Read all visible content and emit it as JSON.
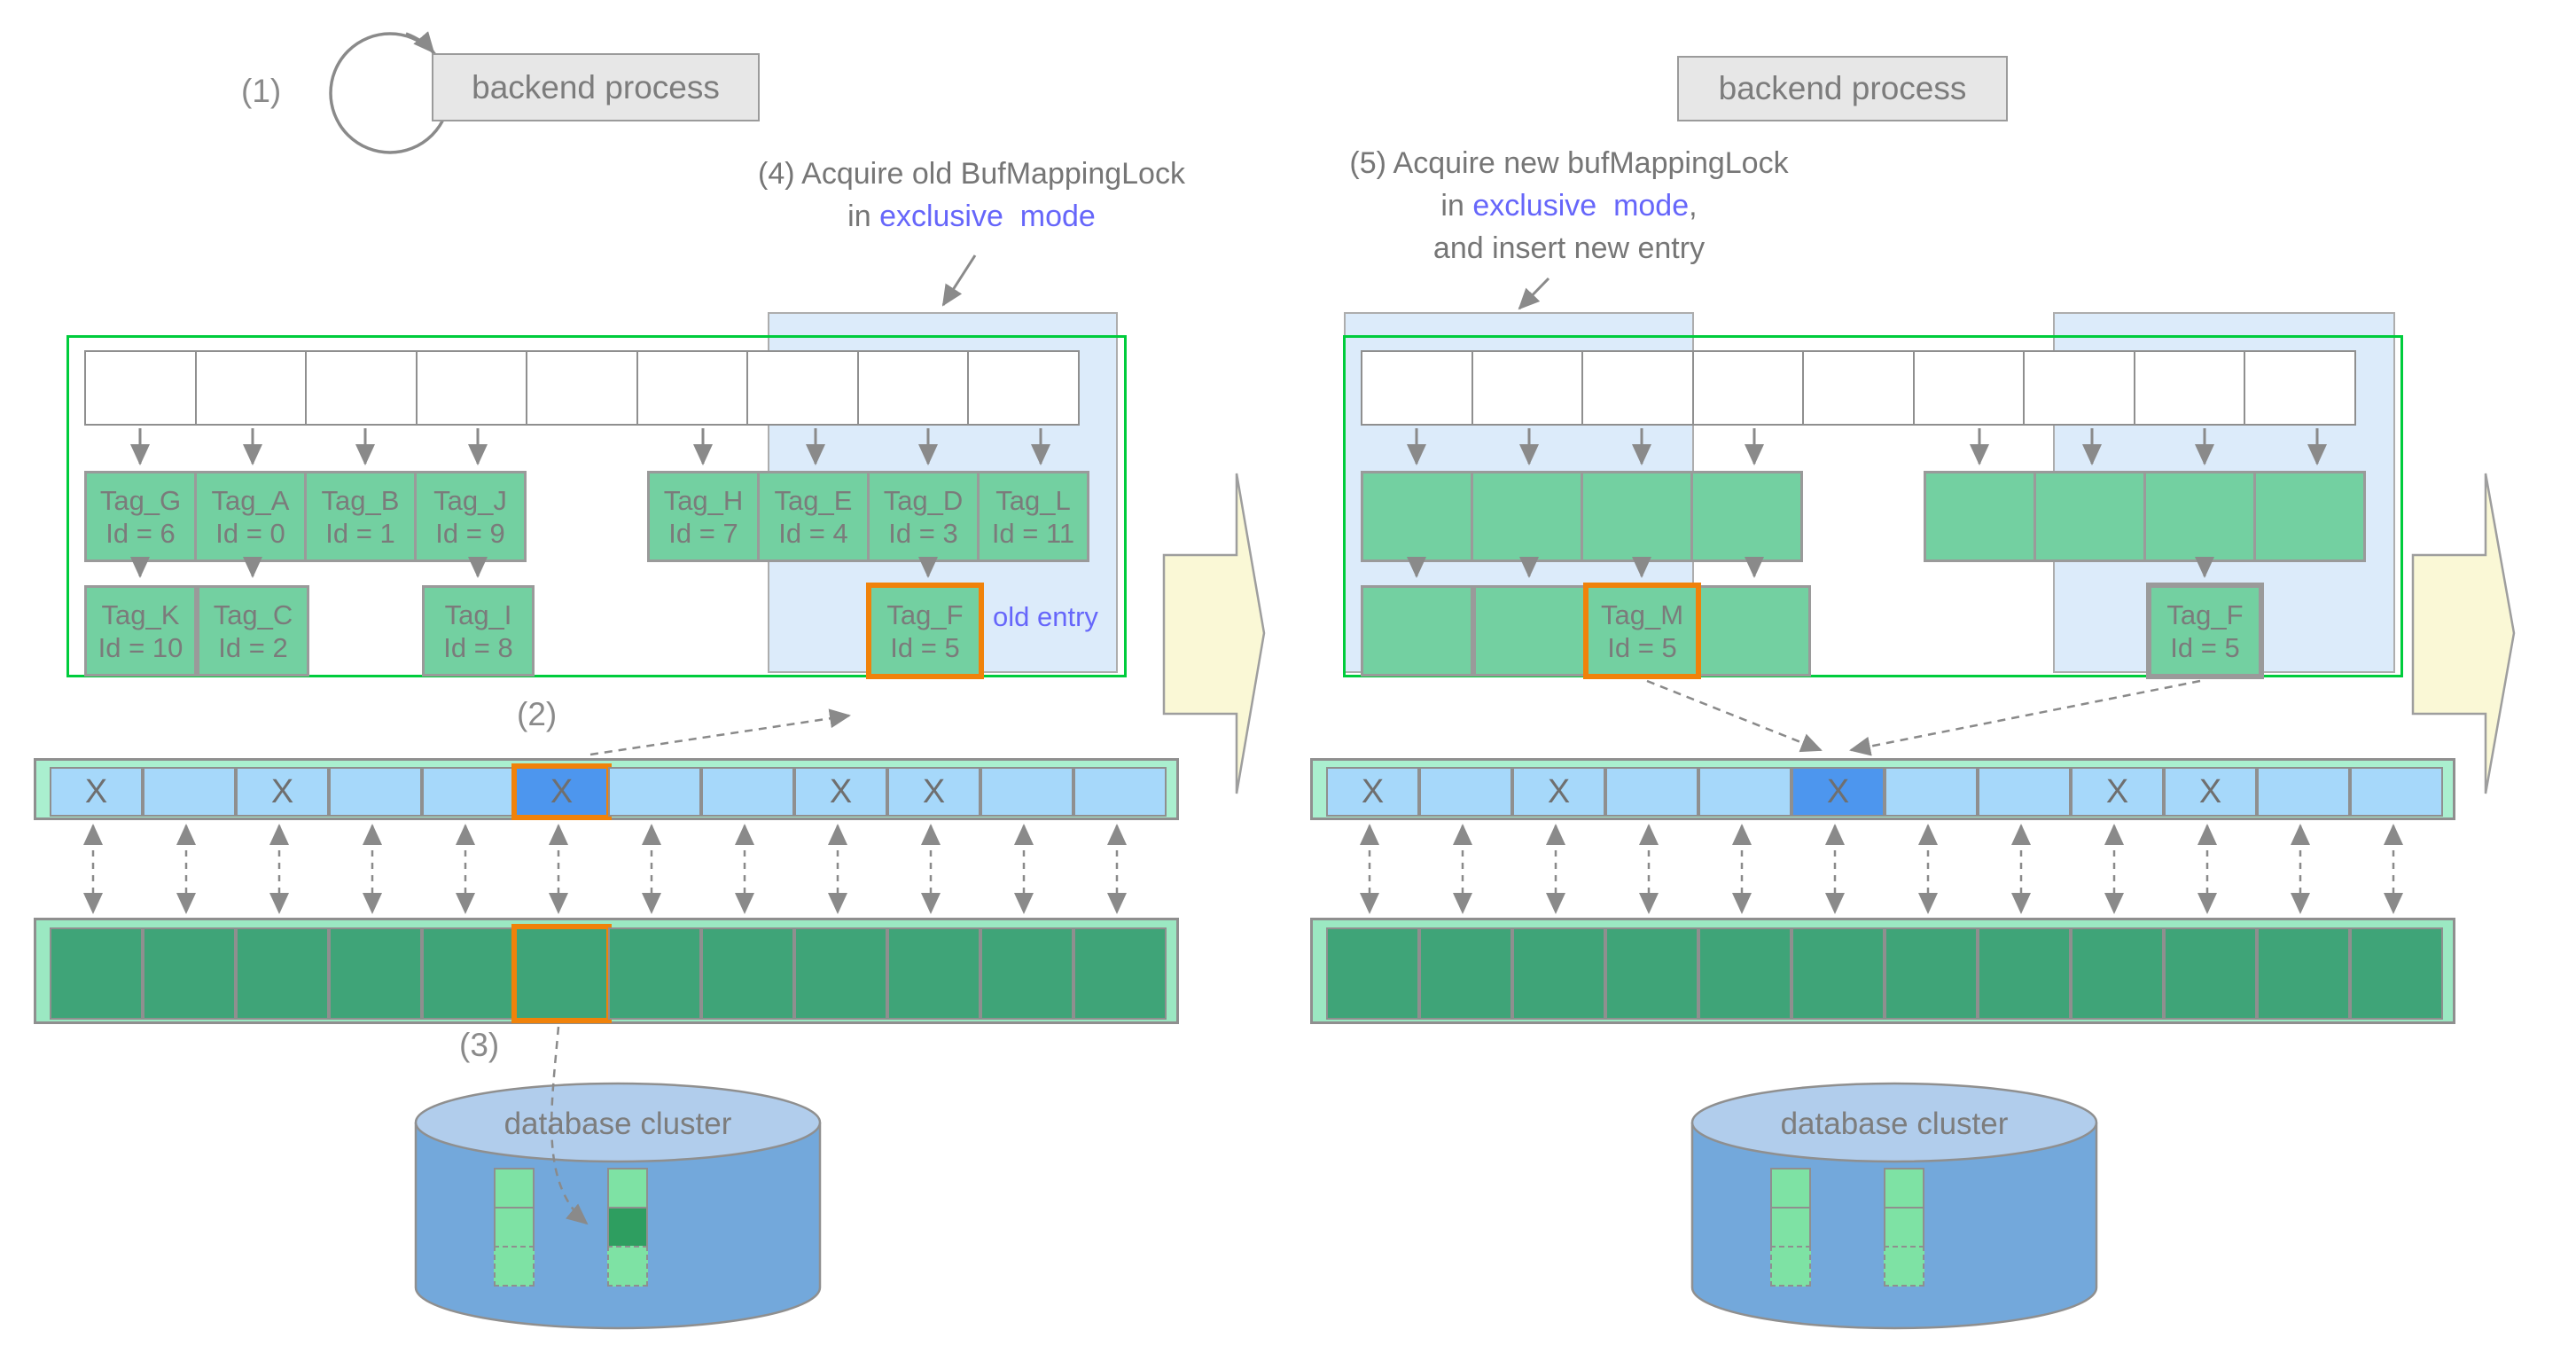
{
  "steps": {
    "s1": "(1)",
    "s2": "(2)",
    "s3": "(3)",
    "s4_line1": "(4)  Acquire old BufMappingLock",
    "s4_line2_prefix": "in ",
    "s4_line2_highlight": "exclusive  mode",
    "s5_line1": "(5)  Acquire new bufMappingLock",
    "s5_line2_prefix": "in ",
    "s5_line2_highlight": "exclusive  mode",
    "s5_line2_suffix": ",",
    "s5_line3": "and insert new entry"
  },
  "backend": {
    "left": "backend process",
    "right": "backend process"
  },
  "left_table": {
    "row1": [
      {
        "tag": "Tag_G",
        "id": "Id = 6"
      },
      {
        "tag": "Tag_A",
        "id": "Id = 0"
      },
      {
        "tag": "Tag_B",
        "id": "Id = 1"
      },
      {
        "tag": "Tag_J",
        "id": "Id = 9"
      },
      {
        "tag": "Tag_H",
        "id": "Id = 7"
      },
      {
        "tag": "Tag_E",
        "id": "Id = 4"
      },
      {
        "tag": "Tag_D",
        "id": "Id = 3"
      },
      {
        "tag": "Tag_L",
        "id": "Id = 11"
      }
    ],
    "row2": [
      {
        "tag": "Tag_K",
        "id": "Id = 10"
      },
      {
        "tag": "Tag_C",
        "id": "Id = 2"
      },
      {
        "tag": "Tag_I",
        "id": "Id = 8"
      }
    ],
    "old_entry": {
      "tag": "Tag_F",
      "id": "Id = 5"
    },
    "old_entry_note": "old entry"
  },
  "right_table": {
    "new_entry": {
      "tag": "Tag_M",
      "id": "Id = 5"
    },
    "removed_entry": {
      "tag": "Tag_F",
      "id": "Id = 5"
    }
  },
  "descriptors": {
    "left": [
      "X",
      "",
      "X",
      "",
      "",
      "X",
      "",
      "",
      "X",
      "X",
      "",
      ""
    ],
    "right": [
      "X",
      "",
      "X",
      "",
      "",
      "X",
      "",
      "",
      "X",
      "X",
      "",
      ""
    ]
  },
  "database": {
    "left": "database cluster",
    "right": "database cluster"
  },
  "colors": {
    "highlight_orange": "#F0820A",
    "selected_blue": "#4D96EE",
    "lock_text_blue": "#6666FA",
    "table_border_green": "#00CC3C",
    "lock_region_blue": "#DCEBFA",
    "entry_green": "#73D0A1",
    "pool_cell_green": "#3FA478",
    "cylinder_blue": "#73A8DB",
    "block_arrow_yellow": "#FAF8D6"
  }
}
